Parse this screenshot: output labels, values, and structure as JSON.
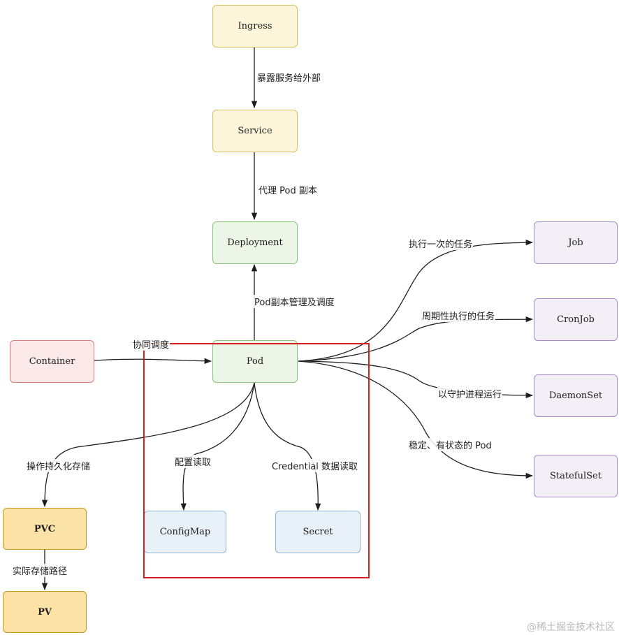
{
  "nodes": {
    "ingress": "Ingress",
    "service": "Service",
    "deployment": "Deployment",
    "pod": "Pod",
    "container": "Container",
    "job": "Job",
    "cronjob": "CronJob",
    "daemonset": "DaemonSet",
    "statefulset": "StatefulSet",
    "configmap": "ConfigMap",
    "secret": "Secret",
    "pvc": "PVC",
    "pv": "PV"
  },
  "edges": {
    "ingress_service": "暴露服务给外部",
    "service_deployment": "代理 Pod 副本",
    "pod_deployment": "Pod副本管理及调度",
    "container_pod": "协同调度",
    "pod_job": "执行一次的任务",
    "pod_cronjob": "周期性执行的任务",
    "pod_daemonset": "以守护进程运行",
    "pod_statefulset": "稳定、有状态的 Pod",
    "pod_pvc": "操作持久化存储",
    "pod_configmap": "配置读取",
    "pod_secret": "Credential 数据读取",
    "pvc_pv": "实际存储路径"
  },
  "colors": {
    "yellow": "#fdf5d9",
    "green": "#ebf6e6",
    "red": "#fbe9e9",
    "purple": "#f2eff7",
    "blue": "#e8f1f8",
    "orange": "#fbe3a7",
    "highlight": "#d42020"
  },
  "watermark": "@稀土掘金技术社区"
}
